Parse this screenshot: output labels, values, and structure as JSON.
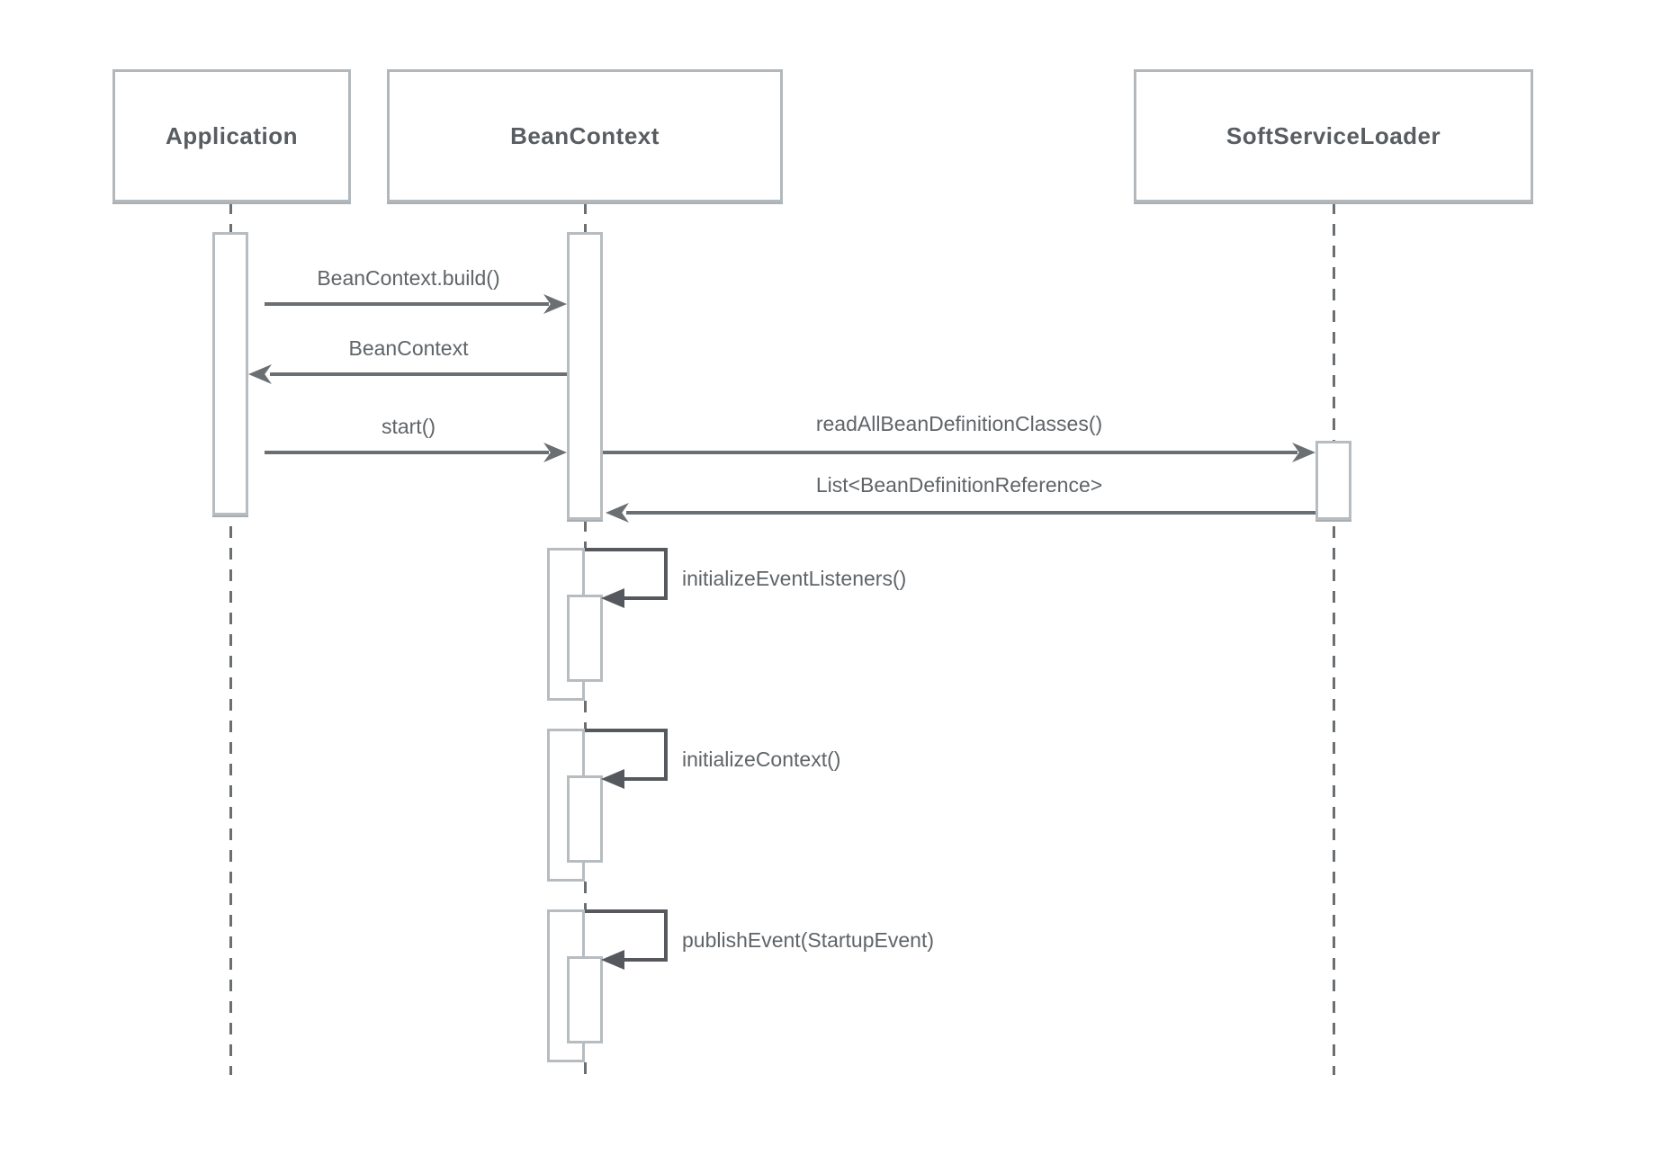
{
  "diagram": {
    "type": "sequence",
    "participants": [
      {
        "name": "Application"
      },
      {
        "name": "BeanContext"
      },
      {
        "name": "SoftServiceLoader"
      }
    ],
    "messages": [
      {
        "label": "BeanContext.build()",
        "from": "Application",
        "to": "BeanContext",
        "kind": "call",
        "direction": "right"
      },
      {
        "label": "BeanContext",
        "from": "BeanContext",
        "to": "Application",
        "kind": "return",
        "direction": "left"
      },
      {
        "label": "start()",
        "from": "Application",
        "to": "BeanContext",
        "kind": "call",
        "direction": "right"
      },
      {
        "label": "readAllBeanDefinitionClasses()",
        "from": "BeanContext",
        "to": "SoftServiceLoader",
        "kind": "call",
        "direction": "right"
      },
      {
        "label": "List<BeanDefinitionReference>",
        "from": "SoftServiceLoader",
        "to": "BeanContext",
        "kind": "return",
        "direction": "left"
      }
    ],
    "self_messages": [
      {
        "label": "initializeEventListeners()",
        "on": "BeanContext"
      },
      {
        "label": "initializeContext()",
        "on": "BeanContext"
      },
      {
        "label": "publishEvent(StartupEvent)",
        "on": "BeanContext"
      }
    ],
    "colors": {
      "background": "#ffffff",
      "box_border": "#b3b8bc",
      "line": "#6a6f73",
      "self_loop": "#55595d",
      "heading_text": "#585d61",
      "label_text": "#5f6468"
    }
  }
}
